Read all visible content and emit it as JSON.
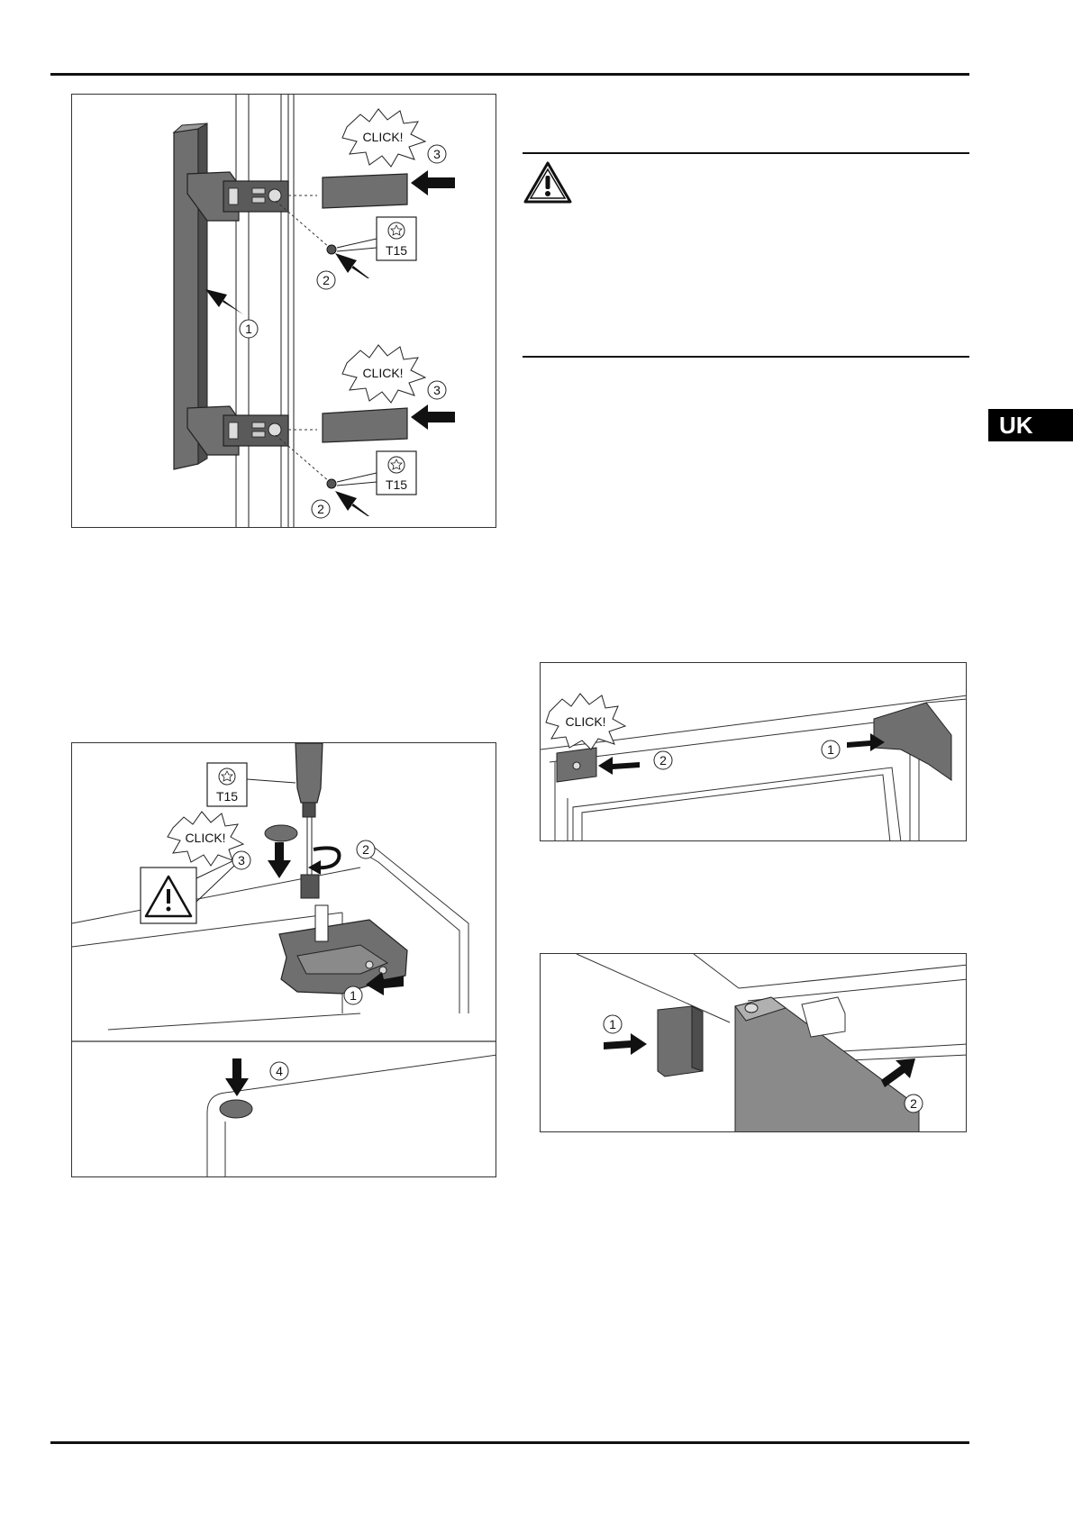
{
  "language_tab": "UK",
  "colors": {
    "part_fill": "#6f6f6f",
    "part_dark": "#3d3d3d",
    "line": "#222222",
    "tab_bg": "#000000"
  },
  "figures": {
    "handle": {
      "callout_1": "1",
      "callout_2_top": "2",
      "callout_2_bottom": "2",
      "callout_3_top": "3",
      "callout_3_bottom": "3",
      "click_top": "CLICK!",
      "click_bottom": "CLICK!",
      "tool_top": "T15",
      "tool_bottom": "T15",
      "tool_icon": "torx-icon"
    },
    "hinge": {
      "callout_1": "1",
      "callout_2": "2",
      "callout_3": "3",
      "callout_4": "4",
      "click": "CLICK!",
      "tool": "T15",
      "tool_icon": "torx-icon",
      "warning_icon": "warning-triangle-icon"
    },
    "top_cover": {
      "click": "CLICK!",
      "callout_1": "1",
      "callout_2": "2"
    },
    "side_block": {
      "callout_1": "1",
      "callout_2": "2"
    }
  },
  "warning_box": {
    "icon": "warning-triangle-icon"
  }
}
